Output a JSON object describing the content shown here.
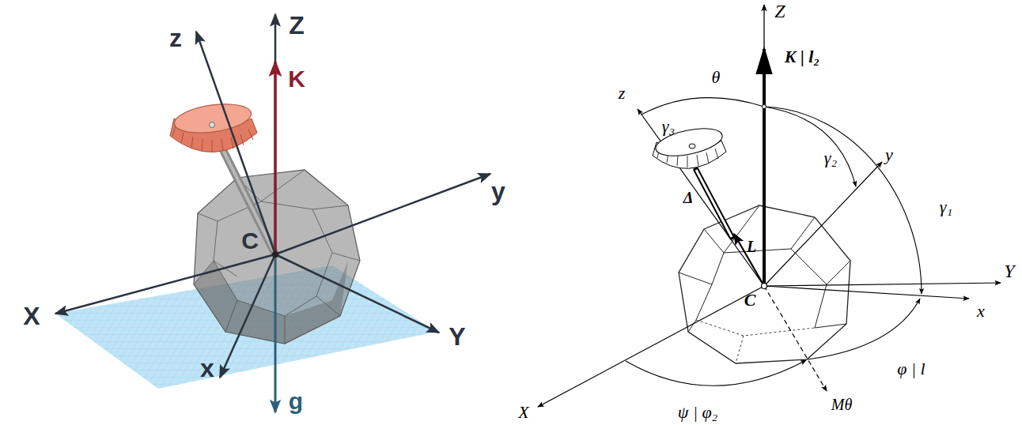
{
  "diagram": {
    "labels": [
      "z",
      "Z",
      "K",
      "C",
      "y",
      "X",
      "Y",
      "x",
      "g",
      "Z",
      "K | l₂",
      "z",
      "θ",
      "γ₂",
      "γ₃",
      "y",
      "Y",
      "γ₁",
      "x",
      "Δ",
      "L",
      "C",
      "X",
      "ψ | φ₂",
      "φ | l",
      "Mθ"
    ]
  }
}
